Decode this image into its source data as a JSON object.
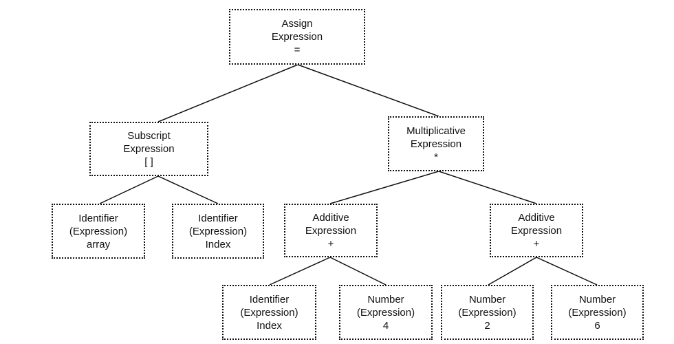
{
  "diagram": {
    "nodes": [
      {
        "id": "assign",
        "lines": [
          "Assign",
          "Expression",
          "="
        ]
      },
      {
        "id": "subscript",
        "lines": [
          "Subscript",
          "Expression",
          "[ ]"
        ]
      },
      {
        "id": "mult",
        "lines": [
          "Multiplicative",
          "Expression",
          "*"
        ]
      },
      {
        "id": "id-array",
        "lines": [
          "Identifier",
          "(Expression)",
          "array"
        ]
      },
      {
        "id": "id-index-1",
        "lines": [
          "Identifier",
          "(Expression)",
          "Index"
        ]
      },
      {
        "id": "add-1",
        "lines": [
          "Additive",
          "Expression",
          "+"
        ]
      },
      {
        "id": "add-2",
        "lines": [
          "Additive",
          "Expression",
          "+"
        ]
      },
      {
        "id": "id-index-2",
        "lines": [
          "Identifier",
          "(Expression)",
          "Index"
        ]
      },
      {
        "id": "num-4",
        "lines": [
          "Number",
          "(Expression)",
          "4"
        ]
      },
      {
        "id": "num-2",
        "lines": [
          "Number",
          "(Expression)",
          "2"
        ]
      },
      {
        "id": "num-6",
        "lines": [
          "Number",
          "(Expression)",
          "6"
        ]
      }
    ],
    "edges": [
      [
        "assign",
        "subscript"
      ],
      [
        "assign",
        "mult"
      ],
      [
        "subscript",
        "id-array"
      ],
      [
        "subscript",
        "id-index-1"
      ],
      [
        "mult",
        "add-1"
      ],
      [
        "mult",
        "add-2"
      ],
      [
        "add-1",
        "id-index-2"
      ],
      [
        "add-1",
        "num-4"
      ],
      [
        "add-2",
        "num-2"
      ],
      [
        "add-2",
        "num-6"
      ]
    ]
  }
}
